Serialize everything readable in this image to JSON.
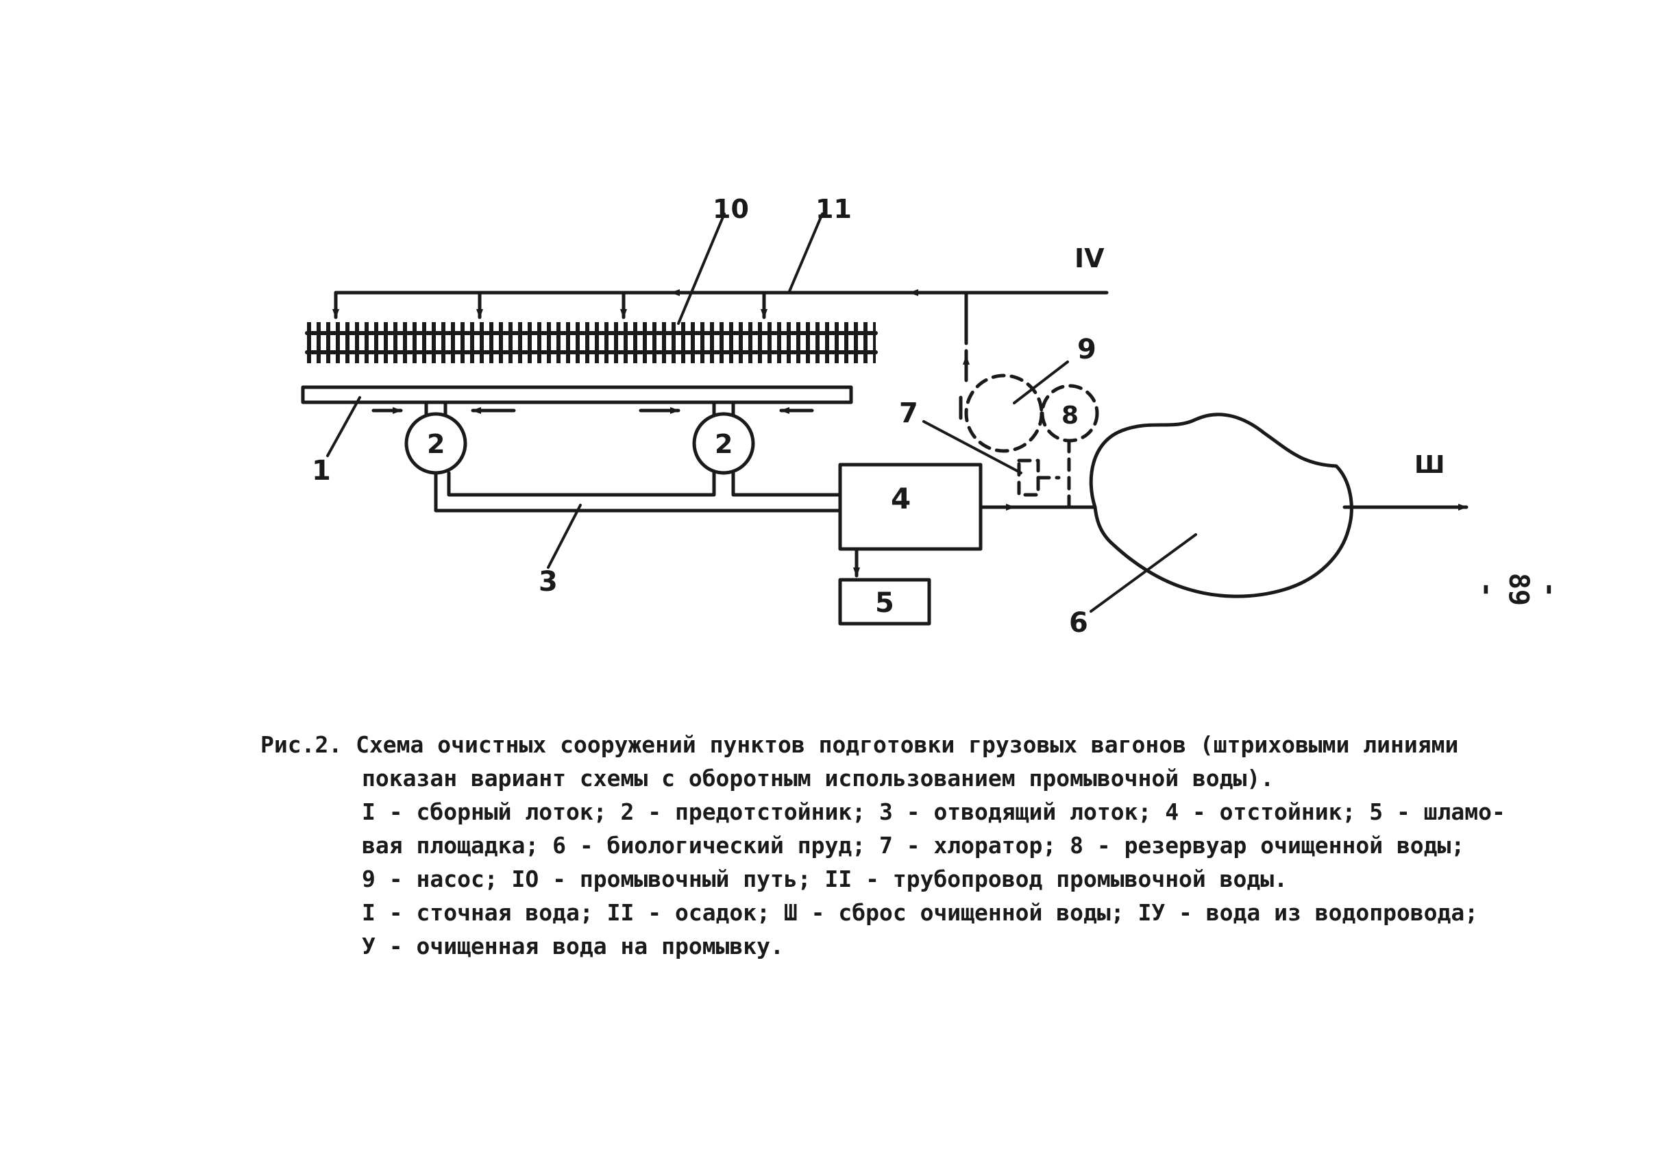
{
  "diagram": {
    "labels": {
      "l1": "1",
      "l2a": "2",
      "l2b": "2",
      "l3": "3",
      "l4": "4",
      "l5": "5",
      "l6": "6",
      "l7": "7",
      "l8": "8",
      "l9": "9",
      "l10": "10",
      "l11": "11",
      "stream_iii": "Ш",
      "stream_iv": "IV"
    },
    "line_color": "#1a1a1a"
  },
  "page_number": "- 89 -",
  "caption": {
    "lines": [
      "Рис.2. Схема очистных сооружений пунктов подготовки грузовых вагонов (штриховыми линиями",
      "показан вариант схемы с оборотным использованием промывочной воды).",
      "I - сборный лоток; 2 - предотстойник; 3 - отводящий лоток; 4 - отстойник; 5 - шламо-",
      "вая площадка; 6 - биологический пруд; 7 - хлоратор; 8 - резервуар очищенной воды;",
      "9 - насос; IO - промывочный путь; II - трубопровод промывочной воды.",
      "I - сточная вода; II - осадок; Ш - сброс очищенной воды; IУ - вода из водопровода;",
      "У - очищенная вода на промывку."
    ]
  }
}
